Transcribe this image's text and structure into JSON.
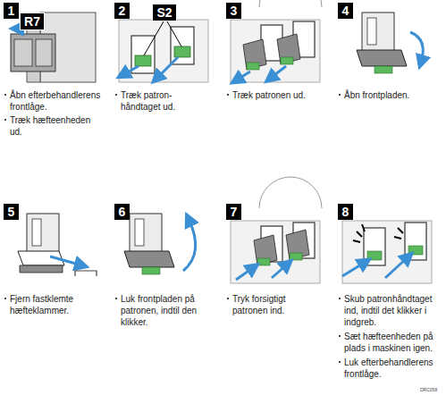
{
  "diagram": {
    "nodes": [
      {
        "text": [
          "1"
        ]
      },
      {
        "text": [
          "R7"
        ]
      },
      {
        "text": [
          "2"
        ]
      },
      {
        "text": [
          "S2"
        ]
      },
      {
        "text": [
          "3"
        ]
      },
      {
        "text": [
          "4"
        ]
      },
      {
        "text": [
          "5"
        ]
      },
      {
        "text": [
          "6"
        ]
      },
      {
        "text": [
          "7"
        ]
      },
      {
        "text": [
          "8"
        ]
      }
    ],
    "labels": [
      "Åbn efterbehandlerens frontlåge.",
      "Træk hæfteenheden ud.",
      "Træk patron- håndtaget ud.",
      "Træk patronen ud.",
      "Åbn frontpladen.",
      "Fjern fastklemte hæfteklammer.",
      "Luk frontpladen på patronen, indtil den klikker.",
      "Tryk forsigtigt patronen ind.",
      "Skub patronhåndtaget ind, indtil det klikker i indgreb.",
      "Sæt hæfteenheden på plads i maskinen igen.",
      "Luk efterbehandlerens frontlåge.",
      "DRC058"
    ]
  }
}
